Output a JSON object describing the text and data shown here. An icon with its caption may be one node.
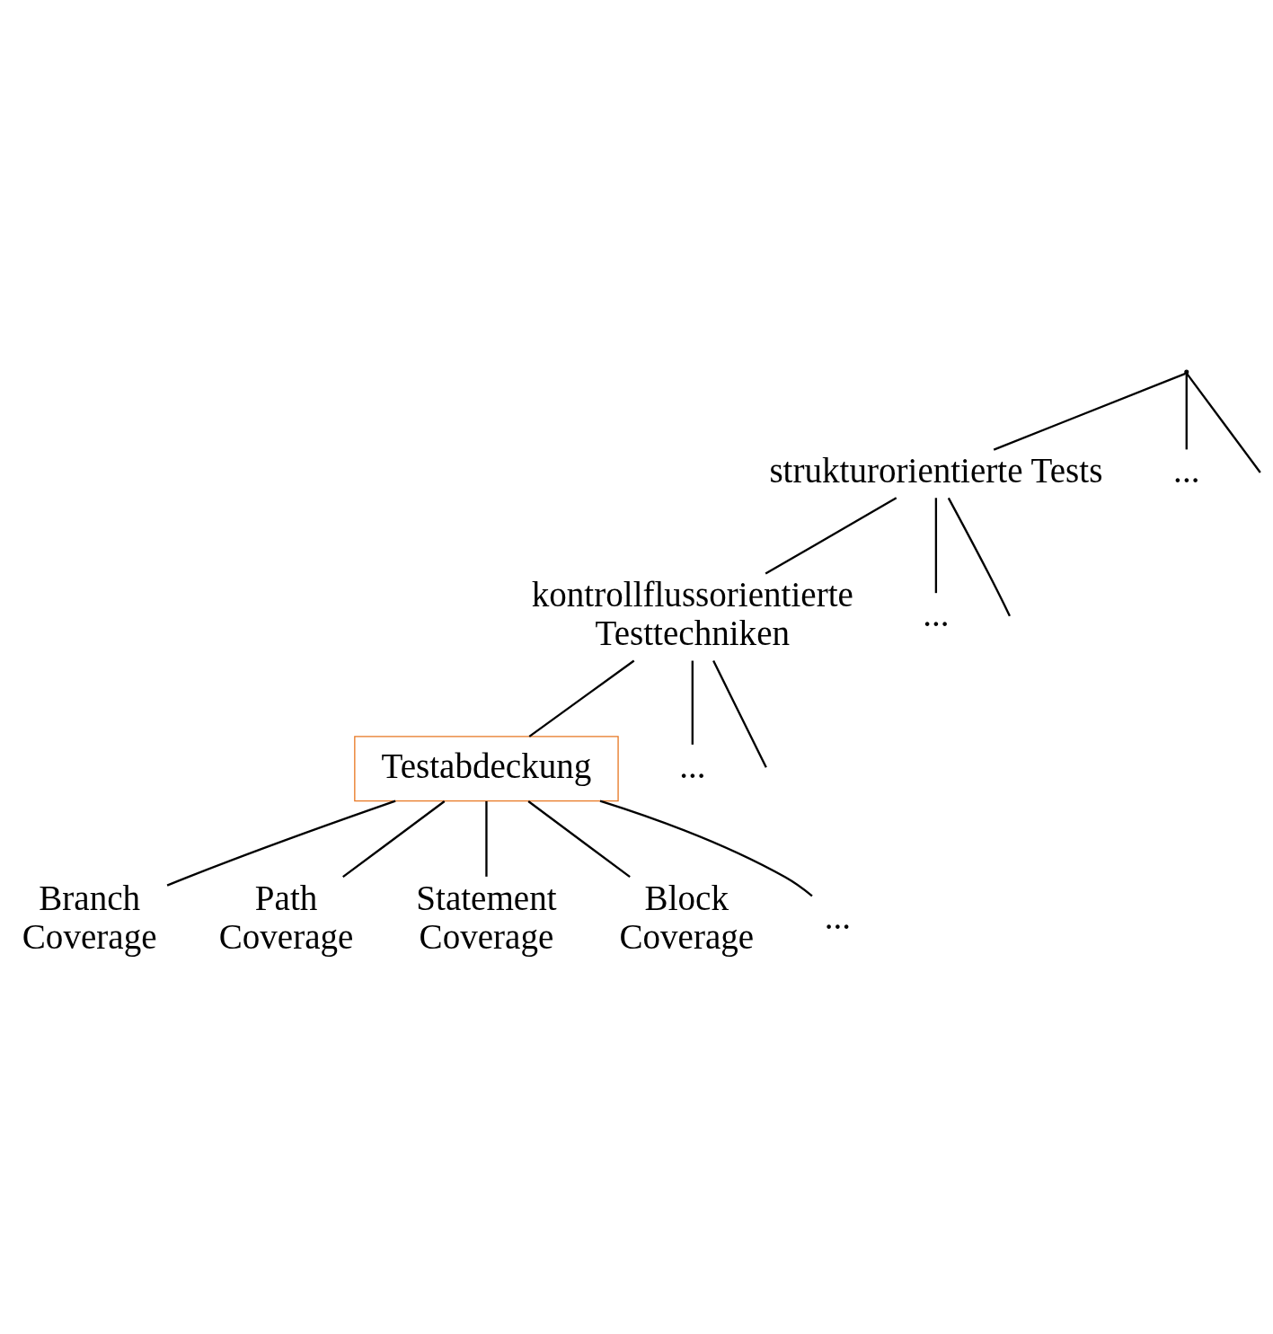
{
  "diagram": {
    "nodes": [
      {
        "text": [],
        "shape": "point"
      },
      {
        "text": [
          "strukturorientierte Tests"
        ]
      },
      {
        "text": [
          "..."
        ]
      },
      {
        "text": [
          "kontrollflussorientierte Testtechniken"
        ]
      },
      {
        "text": [
          "..."
        ]
      },
      {
        "text": [
          "Testabdeckung"
        ]
      },
      {
        "text": [
          "..."
        ]
      },
      {
        "text": [
          "Branch Coverage"
        ]
      },
      {
        "text": [
          "Path Coverage"
        ]
      },
      {
        "text": [
          "Statement Coverage"
        ]
      },
      {
        "text": [
          "Block Coverage"
        ]
      },
      {
        "text": [
          "..."
        ]
      }
    ],
    "edges": [
      {
        "from": 0,
        "to": null,
        "arrow": "none"
      },
      {
        "from": 0,
        "to": 1,
        "arrow": "none"
      },
      {
        "from": 0,
        "to": 2,
        "arrow": "none"
      },
      {
        "from": 1,
        "to": null,
        "arrow": "none"
      },
      {
        "from": 1,
        "to": 3,
        "arrow": "none"
      },
      {
        "from": 1,
        "to": 4,
        "arrow": "none"
      },
      {
        "from": 3,
        "to": null,
        "arrow": "none"
      },
      {
        "from": 3,
        "to": 5,
        "arrow": "none"
      },
      {
        "from": 3,
        "to": 6,
        "arrow": "none"
      },
      {
        "from": 5,
        "to": 7,
        "arrow": "none"
      },
      {
        "from": 5,
        "to": 8,
        "arrow": "none"
      },
      {
        "from": 5,
        "to": 9,
        "arrow": "none"
      },
      {
        "from": 5,
        "to": 10,
        "arrow": "none"
      },
      {
        "from": 5,
        "to": 11,
        "arrow": "none"
      }
    ]
  }
}
